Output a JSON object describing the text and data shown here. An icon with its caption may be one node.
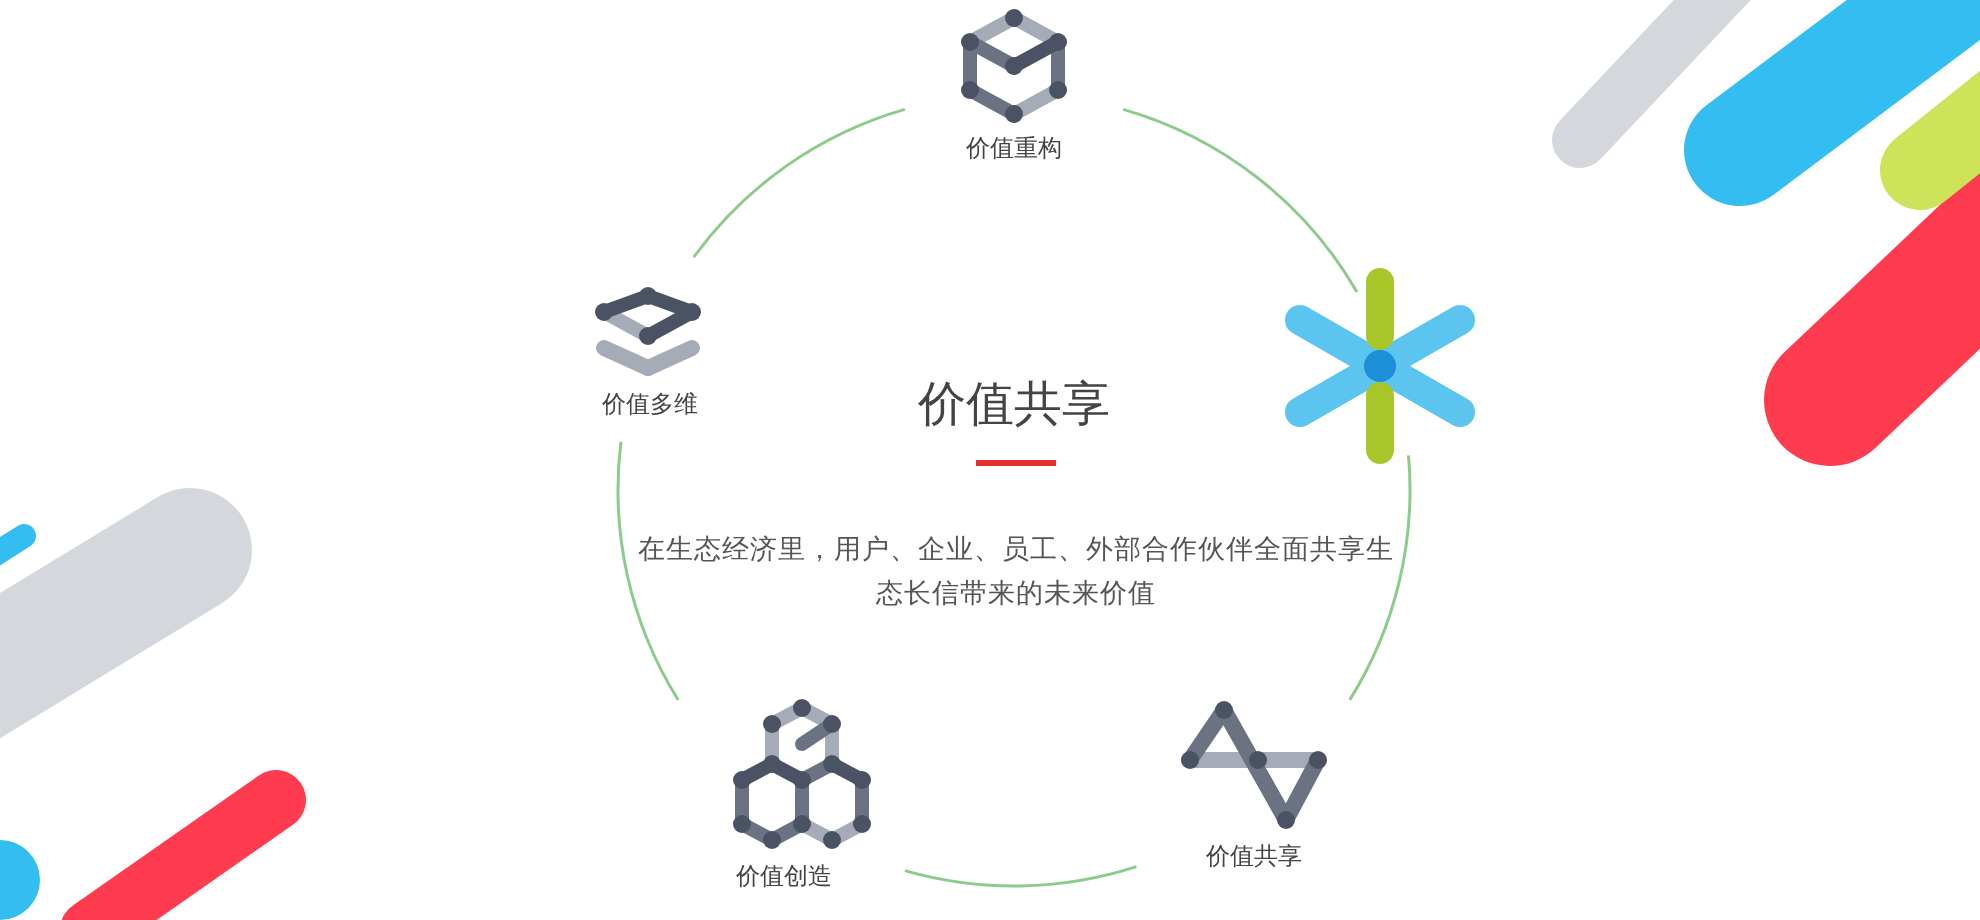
{
  "diagram": {
    "title": "价值共享",
    "nodes": [
      {
        "text": [
          "价值重构"
        ]
      },
      {
        "text": [],
        "shape": "picture"
      },
      {
        "text": [
          "价值多维"
        ]
      },
      {
        "text": [
          "价值创造"
        ]
      },
      {
        "text": [
          "价值共享"
        ]
      }
    ],
    "edges": [
      {
        "from": 0,
        "to": 1,
        "arrow": "none"
      },
      {
        "from": 1,
        "to": 4,
        "arrow": "none"
      },
      {
        "from": 4,
        "to": 3,
        "arrow": "none"
      },
      {
        "from": 3,
        "to": 2,
        "arrow": "none"
      },
      {
        "from": 2,
        "to": 0,
        "arrow": "none"
      }
    ],
    "labels": [
      "在生态经济里，用户、企业、员工、外部合作伙伴全面共享生态长信带来的未来价值"
    ]
  }
}
